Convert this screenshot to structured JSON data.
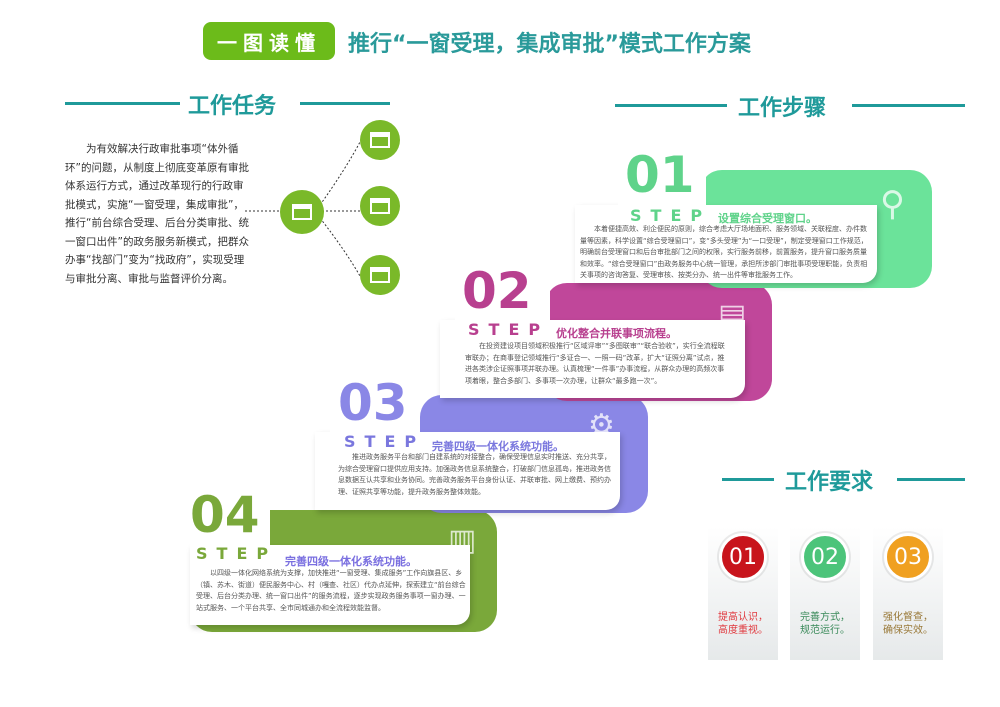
{
  "header": {
    "badge": "一图读懂",
    "title": "推行“一窗受理，集成审批”模式工作方案"
  },
  "tasks": {
    "heading": "工作任务",
    "text": "为有效解决行政审批事项“体外循环”的问题，从制度上彻底变革原有审批体系运行方式，通过改革现行的行政审批模式，实施“一窗受理，集成审批”，推行“前台综合受理、后台分类审批、统一窗口出件”的政务服务新模式，把群众办事“找部门”变为“找政府”，实现受理与审批分离、审批与监督评价分离。"
  },
  "steps": {
    "heading": "工作步骤",
    "step_label": "STEP",
    "items": [
      {
        "num": "01",
        "title": "设置综合受理窗口。",
        "text": "本着便捷高效、利企便民的原则，综合考虑大厅场地面积、服务领域、关联程度、办件数量等因素，科学设置“综合受理窗口”，变“多头受理”为“一口受理”，制定受理窗口工作规范，明确前台受理窗口和后台审批部门之间的权限，实行服务前移，前置服务，提升窗口服务质量和效率。“综合受理窗口”由政务服务中心统一管理，承担所涉部门审批事项受理职能，负责相关事项的咨询答复、受理审核、按类分办、统一出件等审批服务工作。",
        "color": "#5fd38a",
        "icon": "search-icon"
      },
      {
        "num": "02",
        "title": "优化整合并联事项流程。",
        "text": "在投资建设项目领域积极推行“区域评审”“多图联审”“联合验收”，实行全流程联审联办；在商事登记领域推行“多证合一、一照一码”改革，扩大“证照分离”试点，推进各类涉企证照事项并联办理。认真梳理“一件事”办事流程，从群众办理的高频次事项着眼，整合多部门、多事项一次办理，让群众“最多跑一次”。",
        "color": "#c0479a",
        "icon": "chat-icon"
      },
      {
        "num": "03",
        "title": "完善四级一体化系统功能。",
        "text": "推进政务服务平台和部门自建系统的对接整合，确保受理信息实时推送、充分共享，为综合受理窗口提供应用支持。加强政务信息系统整合，打破部门信息孤岛，推进政务信息数据互认共享和业务协同。完善政务服务平台身份认证、并联审批、网上缴费、预约办理、证照共享等功能，提升政务服务整体效能。",
        "color": "#8a87e6",
        "icon": "gear-icon"
      },
      {
        "num": "04",
        "title": "完善四级一体化系统功能。",
        "text": "以四级一体化网络系统为支撑，加快推进“一窗受理、集成服务”工作向旗县区、乡（镇、苏木、街道）便民服务中心、村（嘎查、社区）代办点延伸，探索建立“前台综合受理、后台分类办理、统一窗口出件”的服务流程，逐步实现政务服务事项一窗办理、一站式服务、一个平台共享、全市同城通办和全流程效能监督。",
        "color": "#7aa83a",
        "icon": "bar-chart-icon"
      }
    ]
  },
  "requirements": {
    "heading": "工作要求",
    "items": [
      {
        "num": "01",
        "line1": "提高认识，",
        "line2": "高度重视。",
        "color": "#c8141c",
        "text_color": "#e0393f"
      },
      {
        "num": "02",
        "line1": "完善方式，",
        "line2": "规范运行。",
        "color": "#4cc47a",
        "text_color": "#3a8a5a"
      },
      {
        "num": "03",
        "line1": "强化督查，",
        "line2": "确保实效。",
        "color": "#f0a020",
        "text_color": "#9a7a3a"
      }
    ]
  }
}
